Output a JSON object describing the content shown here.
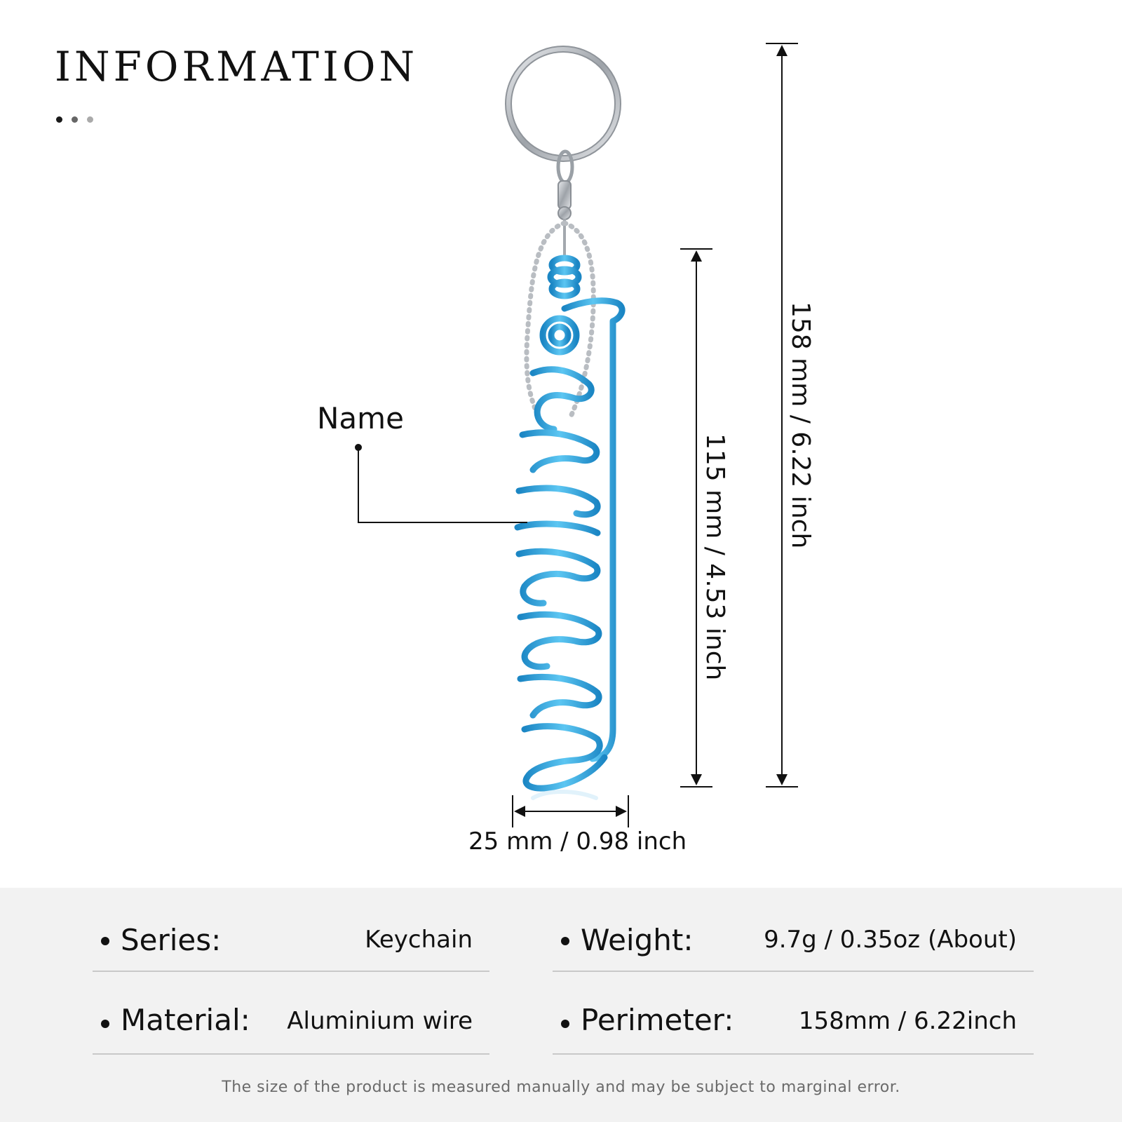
{
  "header": {
    "title": "INFORMATION"
  },
  "product": {
    "name_callout": "Name",
    "dimension_total": "158 mm / 6.22 inch",
    "dimension_name": "115 mm / 4.53 inch",
    "dimension_width": "25 mm / 0.98 inch",
    "wire_color": "#3fb0e6",
    "metal_color": "#c4c7cc"
  },
  "specs": {
    "series": {
      "label": "Series:",
      "value": "Keychain"
    },
    "weight": {
      "label": "Weight:",
      "value": "9.7g / 0.35oz (About)"
    },
    "material": {
      "label": "Material:",
      "value": "Aluminium wire"
    },
    "perimeter": {
      "label": "Perimeter:",
      "value": "158mm / 6.22inch"
    }
  },
  "footer": {
    "disclaimer": "The size of the product is measured manually and may be subject to marginal error."
  }
}
